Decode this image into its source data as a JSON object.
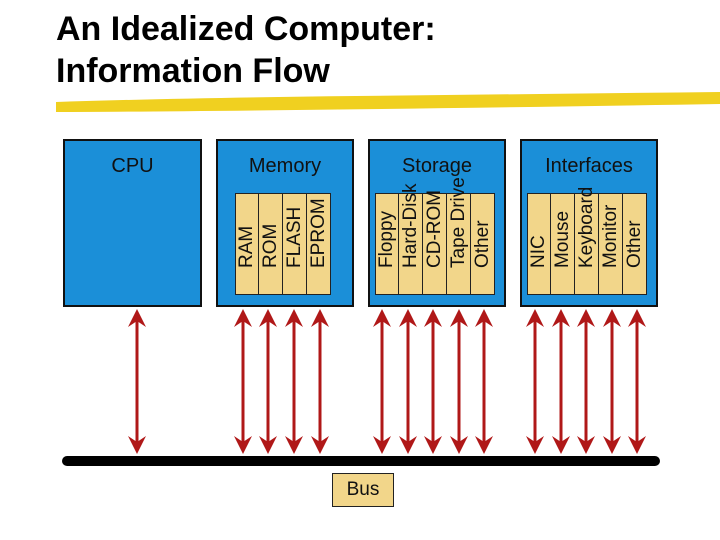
{
  "title": {
    "line1": "An Idealized Computer:",
    "line2": "Information Flow"
  },
  "panels": [
    {
      "label": "CPU",
      "slots": []
    },
    {
      "label": "Memory",
      "slots": [
        "RAM",
        "ROM",
        "FLASH",
        "EPROM"
      ]
    },
    {
      "label": "Storage",
      "slots": [
        "Floppy",
        "Hard-Disk",
        "CD-ROM",
        "Tape Drive",
        "Other"
      ]
    },
    {
      "label": "Interfaces",
      "slots": [
        "NIC",
        "Mouse",
        "Keyboard",
        "Monitor",
        "Other"
      ]
    }
  ],
  "bus": {
    "label": "Bus"
  },
  "colors": {
    "panel": "#1b8fd8",
    "slot": "#f2d68a",
    "arrow": "#b01818",
    "underline": "#f0d020"
  }
}
